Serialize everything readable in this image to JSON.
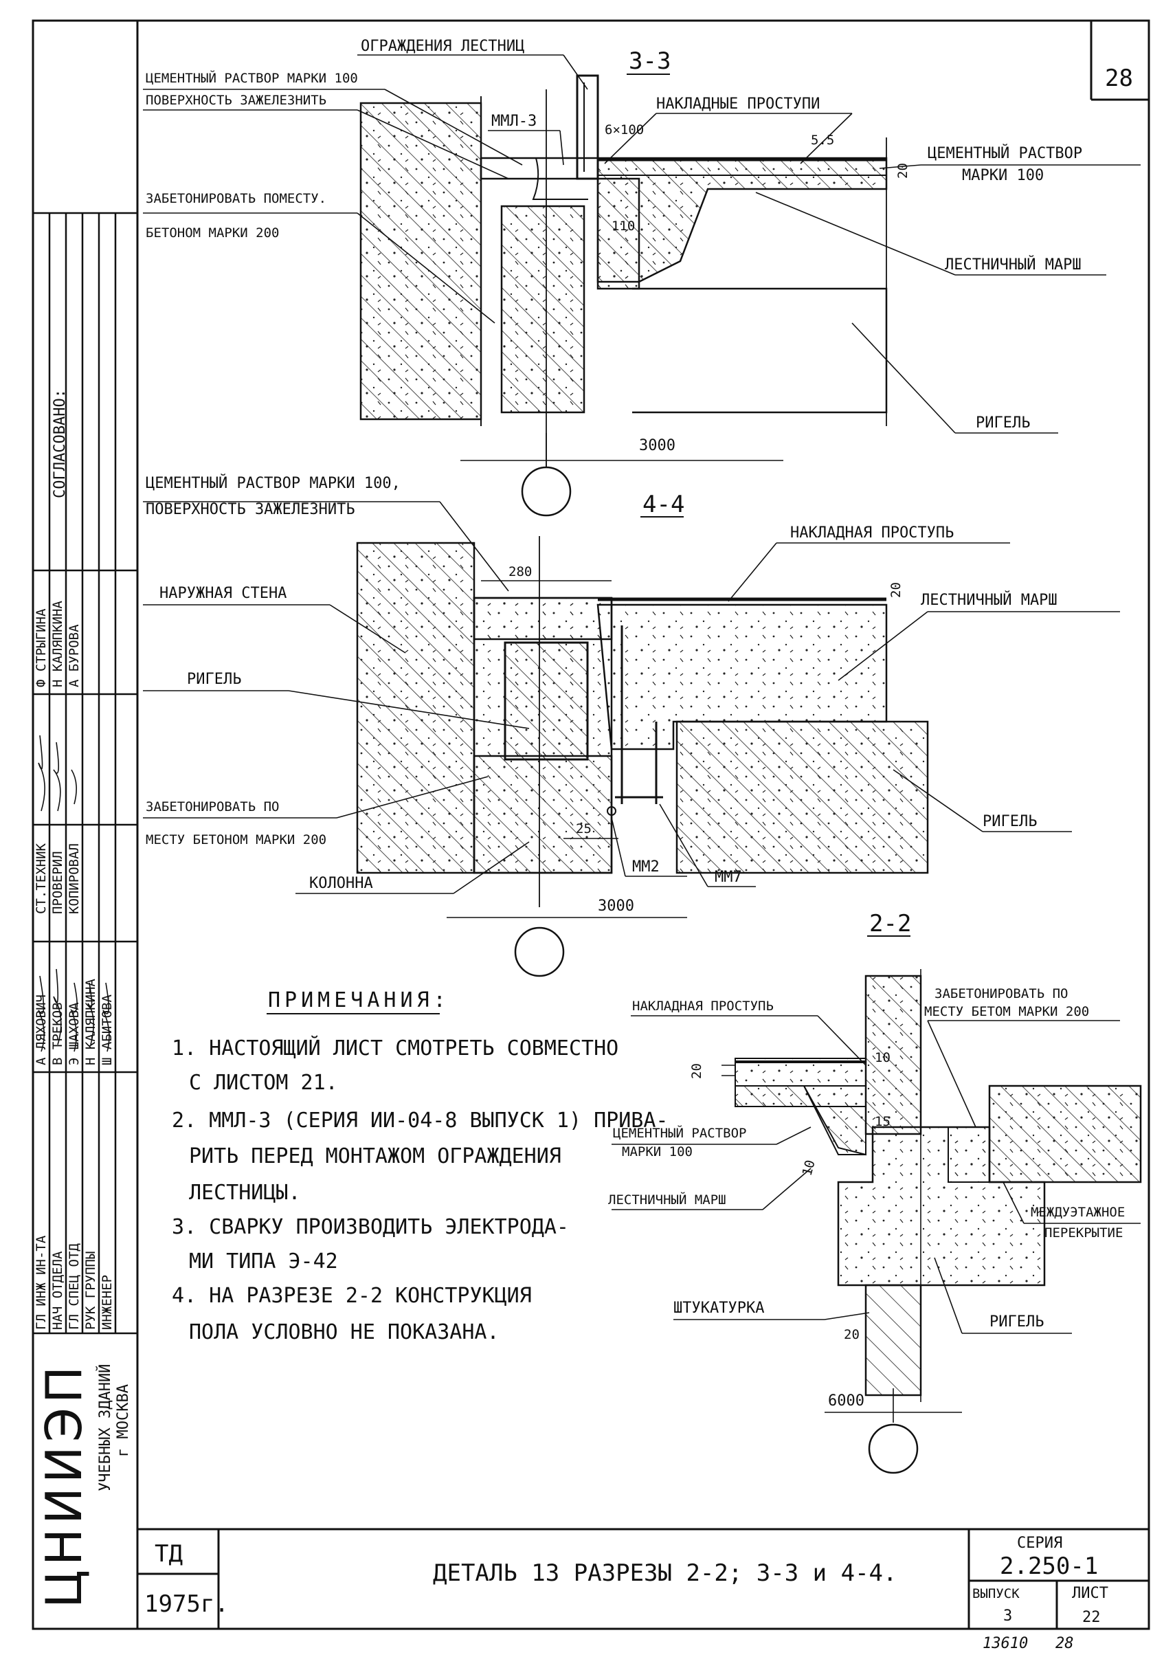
{
  "sheet_number": "28",
  "section_3_3": {
    "title": "3-3",
    "railing": "ОГРАЖДЕНИЯ ЛЕСТНИЦ",
    "cement_line1": "ЦЕМЕНТНЫЙ РАСТВОР МАРКИ 100",
    "cement_line2": "ПОВЕРХНОСТЬ ЗАЖЕЛЕЗНИТЬ",
    "mml": "ММЛ-3",
    "treads": "НАКЛАДНЫЕ ПРОСТУПИ",
    "dim_6x100": "6×100",
    "dim_55": "5.5",
    "dim_20": "20",
    "cement_right1": "ЦЕМЕНТНЫЙ РАСТВОР",
    "cement_right2": "МАРКИ 100",
    "concrete_line1": "ЗАБЕТОНИРОВАТЬ ПОМЕСТУ.",
    "concrete_line2": "БЕТОНОМ МАРКИ 200",
    "dim_110": "110",
    "stair_flight": "ЛЕСТНИЧНЫЙ МАРШ",
    "beam": "РИГЕЛЬ",
    "axis_dim": "3000"
  },
  "section_4_4": {
    "title": "4-4",
    "cement_line1": "ЦЕМЕНТНЫЙ РАСТВОР МАРКИ 100,",
    "cement_line2": "ПОВЕРХНОСТЬ ЗАЖЕЛЕЗНИТЬ",
    "tread": "НАКЛАДНАЯ ПРОСТУПЬ",
    "dim_280": "280",
    "dim_20": "20",
    "outer_wall": "НАРУЖНАЯ СТЕНА",
    "stair_flight": "ЛЕСТНИЧНЫЙ МАРШ",
    "beam_left": "РИГЕЛЬ",
    "beam_right": "РИГЕЛЬ",
    "concrete_line1": "ЗАБЕТОНИРОВАТЬ ПО",
    "concrete_line2": "МЕСТУ БЕТОНОМ МАРКИ 200",
    "dim_25": "25",
    "mm2": "ММ2",
    "mm7": "ММ7",
    "column": "КОЛОННА",
    "axis_dim": "3000"
  },
  "section_2_2": {
    "title": "2-2",
    "tread": "НАКЛАДНАЯ ПРОСТУПЬ",
    "concrete_line1": "ЗАБЕТОНИРОВАТЬ ПО",
    "concrete_line2": "МЕСТУ БЕТОМ МАРКИ 200",
    "dim_20": "20",
    "dim_10a": "10",
    "dim_15": "15",
    "dim_10b": "10",
    "cement_line1": "ЦЕМЕНТНЫЙ РАСТВОР",
    "cement_line2": "МАРКИ 100",
    "stair_flight": "ЛЕСТНИЧНЫЙ МАРШ",
    "floor_line1": "МЕЖДУЭТАЖНОЕ",
    "floor_line2": "ПЕРЕКРЫТИЕ",
    "plaster": "ШТУКАТУРКА",
    "dim_20b": "20",
    "beam": "РИГЕЛЬ",
    "axis_dim": "6000"
  },
  "notes": {
    "title": "ПРИМЕЧАНИЯ:",
    "lines": [
      "1. НАСТОЯЩИЙ ЛИСТ СМОТРЕТЬ СОВМЕСТНО",
      "С ЛИСТОМ 21.",
      "2. ММЛ-3 (СЕРИЯ ИИ-04-8 ВЫПУСК 1) ПРИВА-",
      "РИТЬ ПЕРЕД МОНТАЖОМ ОГРАЖДЕНИЯ",
      "ЛЕСТНИЦЫ.",
      "3. СВАРКУ ПРОИЗВОДИТЬ ЭЛЕКТРОДА-",
      "МИ ТИПА Э-42",
      "4. НА РАЗРЕЗЕ 2-2 КОНСТРУКЦИЯ",
      "ПОЛА УСЛОВНО НЕ ПОКАЗАНА."
    ]
  },
  "side_stamp": {
    "agreed": "СОГЛАСОВАНО:",
    "org_logo": "ЦНИИЭП",
    "org_line1": "УЧЕБНЫХ ЗДАНИЙ",
    "org_line2": "г МОСКВА",
    "roles": [
      "ГЛ ИНЖ ИН-ТА",
      "НАЧ ОТДЕЛА",
      "ГЛ СПЕЦ ОТД",
      "РУК ГРУППЫ",
      "ИНЖЕНЕР"
    ],
    "names": [
      "А ЛЯХОВИЧ",
      "В ТРЕКОВ",
      "Э ШАХОВА",
      "Н КАЛЯПКИНА",
      "Ш АБИТОВА"
    ],
    "roles2": [
      "СТ.ТЕХНИК",
      "ПРОВЕРИЛ",
      "КОПИРОВАЛ"
    ],
    "names2": [
      "Ф СТРЫГИНА",
      "Н КАЛЯПКИНА",
      "А БУРОВА"
    ]
  },
  "title_block": {
    "td": "ТД",
    "year": "1975г.",
    "title": "ДЕТАЛЬ 13 РАЗРЕЗЫ 2-2; 3-3 и 4-4.",
    "series_label": "СЕРИЯ",
    "series_value": "2.250-1",
    "issue_label": "ВЫПУСК",
    "issue_value": "3",
    "sheet_label": "ЛИСТ",
    "sheet_value": "22"
  },
  "footer_numbers": "13610   28"
}
